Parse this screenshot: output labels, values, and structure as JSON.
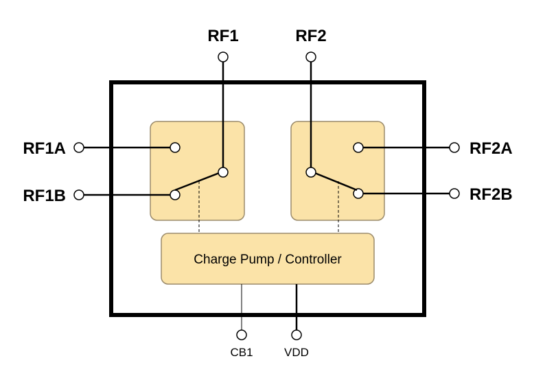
{
  "colors": {
    "block_fill": "#fbe3a8",
    "block_stroke": "#9a8a6a",
    "line": "#000000",
    "background": "#ffffff"
  },
  "pins": {
    "rf1": "RF1",
    "rf2": "RF2",
    "rf1a": "RF1A",
    "rf1b": "RF1B",
    "rf2a": "RF2A",
    "rf2b": "RF2B",
    "cb1": "CB1",
    "vdd": "VDD"
  },
  "controller": {
    "label": "Charge Pump / Controller"
  }
}
